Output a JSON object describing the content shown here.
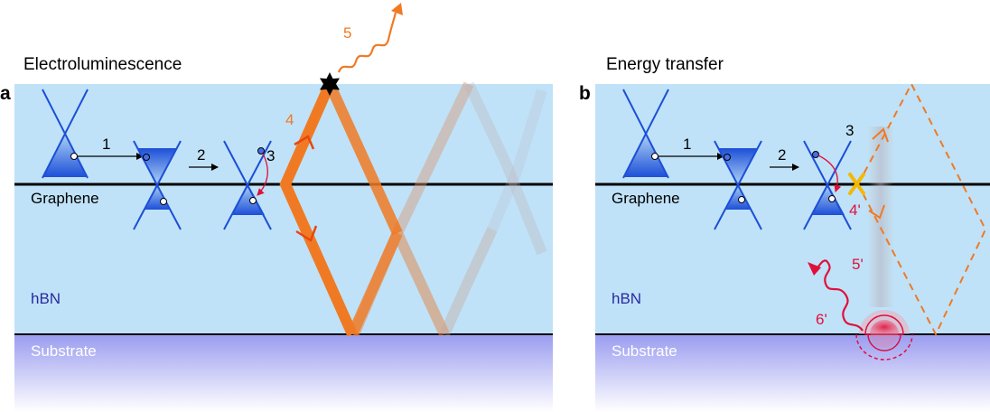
{
  "panel_a": {
    "letter": "a",
    "title": "Electroluminescence",
    "layers": {
      "graphene": "Graphene",
      "hbn": "hBN",
      "substrate": "Substrate"
    },
    "steps": {
      "s1": "1",
      "s2": "2",
      "s3": "3",
      "s4": "4",
      "s5": "5"
    }
  },
  "panel_b": {
    "letter": "b",
    "title": "Energy transfer",
    "layers": {
      "graphene": "Graphene",
      "hbn": "hBN",
      "substrate": "Substrate"
    },
    "steps": {
      "s1": "1",
      "s2": "2",
      "s3": "3",
      "s4p": "4'",
      "s5p": "5'",
      "s6p": "6'"
    }
  },
  "colors": {
    "hbn": "#bfe2f8",
    "cone": "#1d4fd8",
    "photon": "#f07a24",
    "emission": "#e0103a",
    "substrate_top": "#9a9cf0",
    "blocked_mark": "#f5b800"
  }
}
